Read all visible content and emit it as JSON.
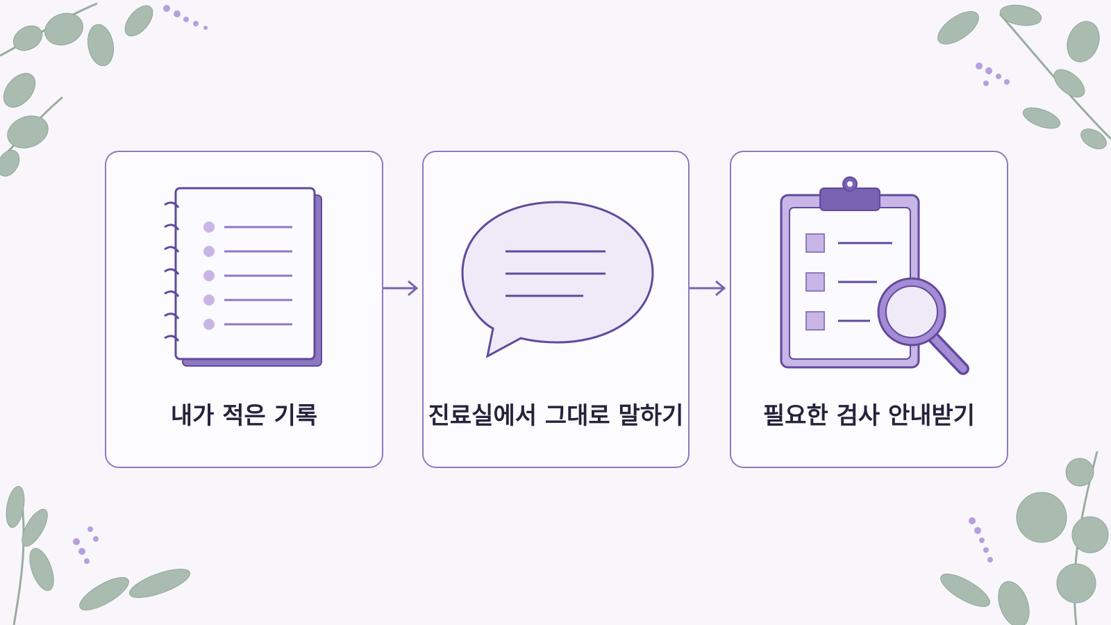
{
  "steps": [
    {
      "icon": "notebook-icon",
      "label": "내가 적은 기록"
    },
    {
      "icon": "speech-bubble-icon",
      "label": "진료실에서 그대로 말하기"
    },
    {
      "icon": "clipboard-search-icon",
      "label": "필요한 검사 안내받기"
    }
  ],
  "colors": {
    "accent": "#7a62b3",
    "fill_light": "#efeaf8",
    "fill_mid": "#c7b6e6",
    "border": "#8e78c2",
    "text": "#24233a",
    "leaf": "#93ab98",
    "flower": "#a58ad6"
  }
}
